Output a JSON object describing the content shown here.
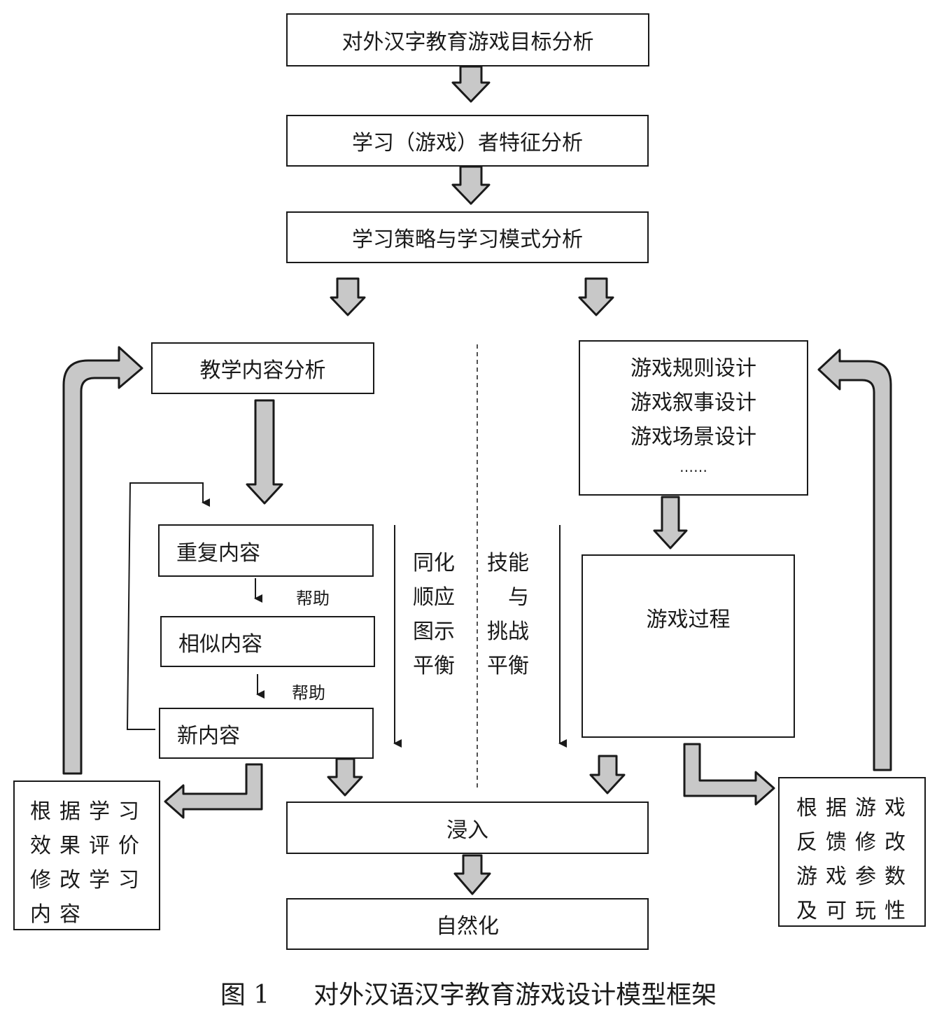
{
  "top": {
    "goal_analysis": "对外汉字教育游戏目标分析",
    "learner_analysis": "学习（游戏）者特征分析",
    "strategy_analysis": "学习策略与学习模式分析"
  },
  "left": {
    "content_analysis": "教学内容分析",
    "repeat_content": "重复内容",
    "help_1": "帮助",
    "similar_content": "相似内容",
    "help_2": "帮助",
    "new_content": "新内容",
    "feedback_lines": [
      "根据学习",
      "效果评价",
      "修改学习",
      "内容"
    ]
  },
  "middle": {
    "assimilation_lines": [
      "同化",
      "顺应",
      "图示",
      "平衡"
    ],
    "skill_lines": [
      "技能",
      "与",
      "挑战",
      "平衡"
    ],
    "immersion": "浸入",
    "naturalization": "自然化"
  },
  "right": {
    "design_lines": [
      "游戏规则设计",
      "游戏叙事设计",
      "游戏场景设计",
      "……"
    ],
    "game_process": "游戏过程",
    "feedback_lines": [
      "根据游戏",
      "反馈修改",
      "游戏参数",
      "及可玩性"
    ]
  },
  "caption": {
    "label": "图 1",
    "title": "对外汉语汉字教育游戏设计模型框架"
  },
  "colors": {
    "arrow_fill": "#c8c8c8",
    "stroke": "#1a1a1a"
  }
}
